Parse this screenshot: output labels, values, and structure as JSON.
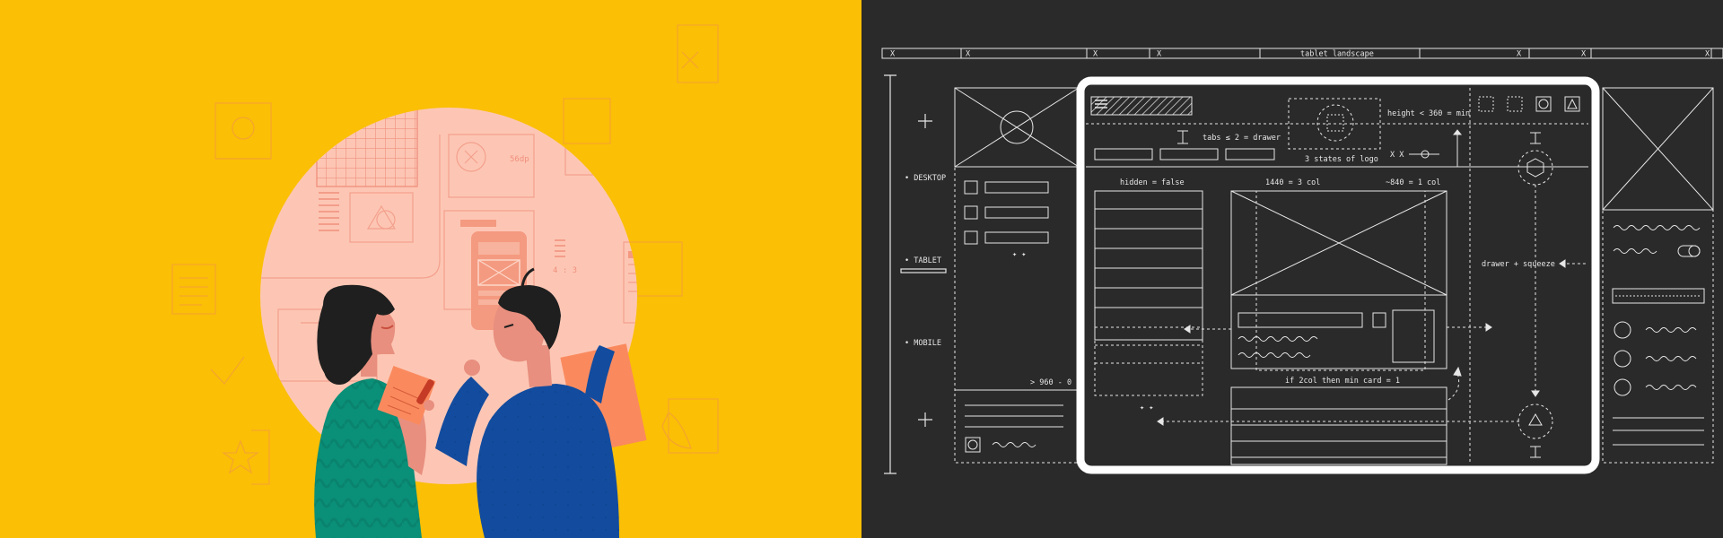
{
  "illustration": {
    "badge_text": "56dp",
    "ratio_text": "4 : 3"
  },
  "ruler": {
    "cells": [
      "X",
      "X",
      "X",
      "X",
      "tablet landscape",
      "X",
      "X",
      "X"
    ]
  },
  "breakpoints": {
    "desktop": "DESKTOP",
    "tablet": "TABLET",
    "mobile": "MOBILE"
  },
  "annotations": {
    "tabs_drawer": "tabs ≤ 2 = drawer",
    "height_rule": "height < 360 = min",
    "logo_states": "3 states of logo",
    "xx": "X X",
    "hidden_false": "hidden = false",
    "col_1440": "1440 = 3 col",
    "col_840": "~840 = 1 col",
    "drawer_squeeze": "drawer + squeeze",
    "range_960": "> 960 - 0",
    "if_2col": "if 2col then min card = 1"
  }
}
